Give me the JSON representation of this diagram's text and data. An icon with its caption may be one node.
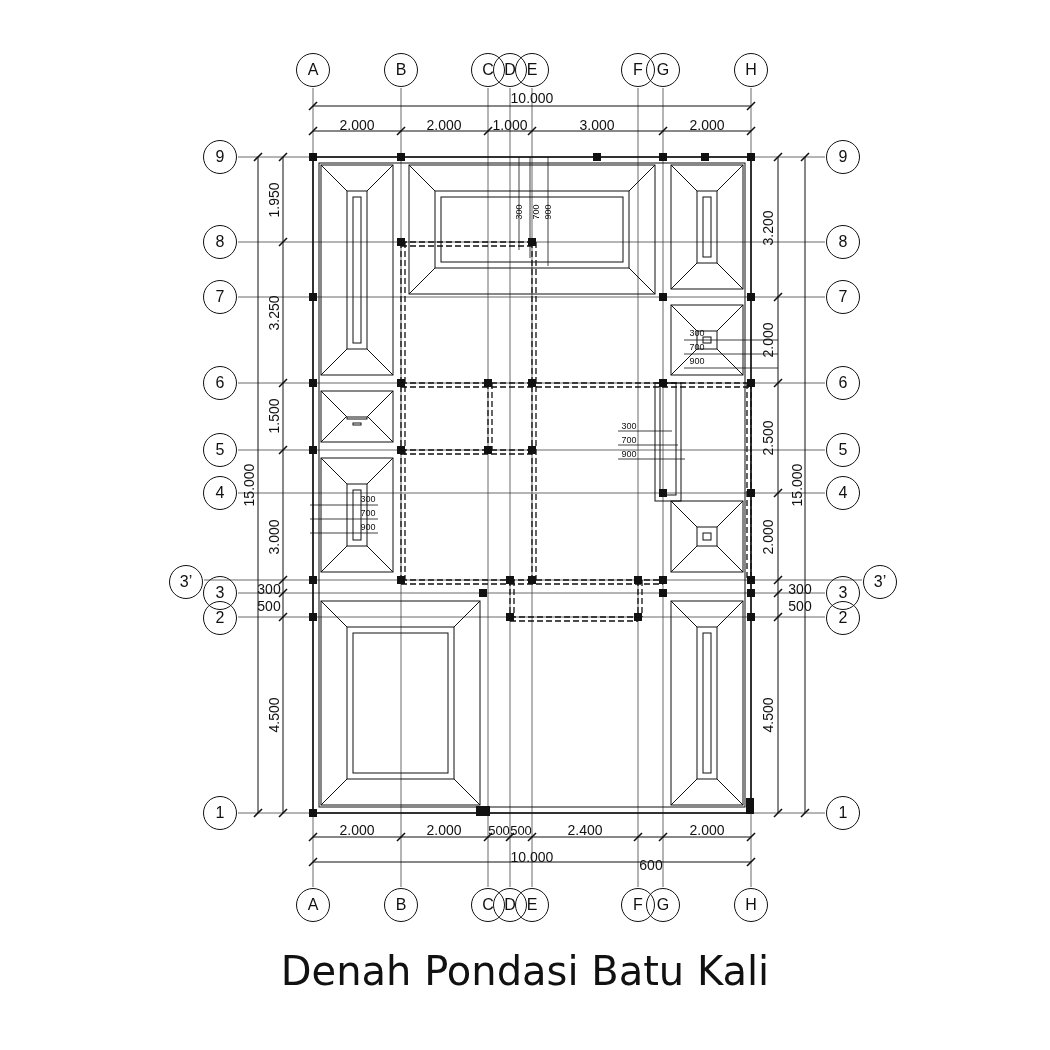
{
  "diagram": {
    "caption": "Denah Pondasi Batu Kali",
    "nodes": [
      {
        "text": [
          "A"
        ]
      },
      {
        "text": [
          "B"
        ]
      },
      {
        "text": [
          "C"
        ]
      },
      {
        "text": [
          "D"
        ]
      },
      {
        "text": [
          "E"
        ]
      },
      {
        "text": [
          "F"
        ]
      },
      {
        "text": [
          "G"
        ]
      },
      {
        "text": [
          "H"
        ]
      },
      {
        "text": [
          "9"
        ]
      },
      {
        "text": [
          "9"
        ]
      },
      {
        "text": [
          "8"
        ]
      },
      {
        "text": [
          "8"
        ]
      },
      {
        "text": [
          "7"
        ]
      },
      {
        "text": [
          "7"
        ]
      },
      {
        "text": [
          "6"
        ]
      },
      {
        "text": [
          "6"
        ]
      },
      {
        "text": [
          "5"
        ]
      },
      {
        "text": [
          "5"
        ]
      },
      {
        "text": [
          "4"
        ]
      },
      {
        "text": [
          "4"
        ]
      },
      {
        "text": [
          "3’"
        ]
      },
      {
        "text": [
          "3’"
        ]
      },
      {
        "text": [
          "3"
        ]
      },
      {
        "text": [
          "3"
        ]
      },
      {
        "text": [
          "2"
        ]
      },
      {
        "text": [
          "2"
        ]
      },
      {
        "text": [
          "1"
        ]
      },
      {
        "text": [
          "1"
        ]
      },
      {
        "text": [
          "A"
        ]
      },
      {
        "text": [
          "B"
        ]
      },
      {
        "text": [
          "C"
        ]
      },
      {
        "text": [
          "D"
        ]
      },
      {
        "text": [
          "E"
        ]
      },
      {
        "text": [
          "F"
        ]
      },
      {
        "text": [
          "G"
        ]
      },
      {
        "text": [
          "H"
        ]
      }
    ],
    "labels": [
      "10.000",
      "2.000",
      "2.000",
      "1.000",
      "3.000",
      "2.000",
      "1.950",
      "3.200",
      "300",
      "700",
      "900",
      "3.250",
      "2.000",
      "300",
      "700",
      "900",
      "1.500",
      "2.500",
      "300",
      "700",
      "900",
      "15.000",
      "15.000",
      "3.000",
      "300",
      "700",
      "900",
      "2.000",
      "300",
      "300",
      "500",
      "500",
      "4.500",
      "4.500",
      "2.000",
      "2.000",
      "500",
      "500",
      "2.400",
      "2.000",
      "10.000",
      "600"
    ]
  }
}
